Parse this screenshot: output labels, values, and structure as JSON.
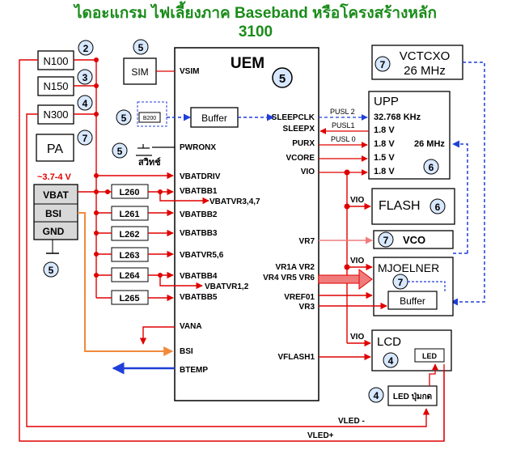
{
  "title": {
    "line1": "ไดอะแกรม ไฟเลี้ยงภาค Baseband หรือโครงสร้างหลัก",
    "line2": "3100"
  },
  "uem": {
    "name": "UEM",
    "badge": "5",
    "pins_left": [
      "VSIM",
      "PWRONX",
      "VBATDRIV",
      "VBATBB1",
      "VBATBB2",
      "VBATBB3",
      "VBATVR5,6",
      "VBATBB4",
      "VBATBB5",
      "VANA",
      "BSI",
      "BTEMP"
    ],
    "pins_right": [
      "SLEEPCLK",
      "SLEEPX",
      "PURX",
      "VCORE",
      "VIO",
      "VR7",
      "VR1A VR2",
      "VR4 VR5 VR6",
      "VREF01",
      "VR3",
      "VFLASH1"
    ]
  },
  "left_modules": {
    "n100": {
      "label": "N100",
      "badge": "2"
    },
    "n150": {
      "label": "N150",
      "badge": "3"
    },
    "n300": {
      "label": "N300",
      "badge": "4"
    },
    "pa": {
      "label": "PA",
      "badge": "7"
    },
    "sim": {
      "label": "SIM",
      "badge": "5"
    },
    "b200": {
      "label": "B200",
      "badge": "5"
    },
    "buffer_left": {
      "label": "Buffer"
    },
    "switch": {
      "label": "สวิทช์",
      "badge": "5"
    },
    "battery": {
      "voltage": "~3.7-4 V",
      "vbat": "VBAT",
      "bsi": "BSI",
      "gnd": "GND",
      "badge": "5"
    }
  },
  "inductors": [
    "L260",
    "L261",
    "L262",
    "L263",
    "L264",
    "L265"
  ],
  "side_labels": {
    "vbatvr347": "VBATVR3,4,7",
    "vbatvr12": "VBATVR1,2"
  },
  "right_modules": {
    "vctcxo": {
      "label": "VCTCXO",
      "freq": "26 MHz",
      "badge": "7"
    },
    "upp": {
      "label": "UPP",
      "badge": "6",
      "rows": [
        "32.768 KHz",
        "1.8 V",
        "1.8 V",
        "1.5 V",
        "1.8 V"
      ],
      "clk": "26 MHz"
    },
    "flash": {
      "label": "FLASH",
      "badge": "6"
    },
    "vco": {
      "label": "VCO",
      "badge": "7"
    },
    "mjoelner": {
      "label": "MJOELNER",
      "badge": "7"
    },
    "buffer_right": {
      "label": "Buffer"
    },
    "lcd": {
      "label": "LCD",
      "badge": "4",
      "led": "LED"
    },
    "led_keys": {
      "label": "LED ปุ่มกด",
      "badge": "4"
    }
  },
  "signals": {
    "pusl2": "PUSL 2",
    "pusl1": "PUSL1",
    "pusl0": "PUSL 0",
    "vio": "VIO",
    "vled_minus": "VLED -",
    "vled_plus": "VLED+"
  },
  "colors": {
    "title": "#1a8c1a",
    "wire_red": "#e00000",
    "wire_blue": "#1f3fd8",
    "wire_orange": "#f08a3c",
    "wire_pink": "#f07b7b",
    "badge_bg": "#d8e8ff"
  }
}
